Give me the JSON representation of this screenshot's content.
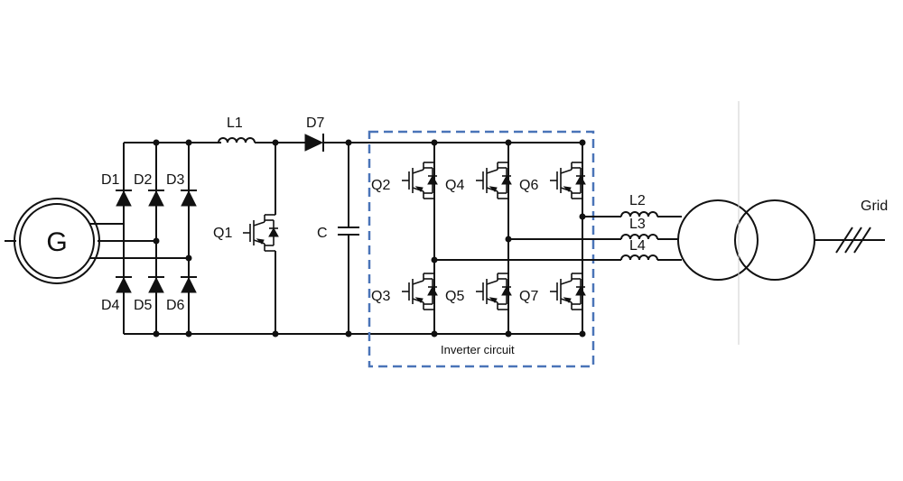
{
  "generator": {
    "label": "G"
  },
  "rectifier": {
    "diodes": [
      "D1",
      "D2",
      "D3",
      "D4",
      "D5",
      "D6"
    ]
  },
  "boost": {
    "inductor": "L1",
    "diode": "D7",
    "switch": "Q1",
    "capacitor": "C"
  },
  "inverter": {
    "switches": [
      "Q2",
      "Q4",
      "Q6",
      "Q3",
      "Q5",
      "Q7"
    ],
    "label": "Inverter circuit",
    "box_color": "#4a74b8"
  },
  "filter": {
    "inductors": [
      "L2",
      "L3",
      "L4"
    ]
  },
  "grid": {
    "label": "Grid"
  }
}
